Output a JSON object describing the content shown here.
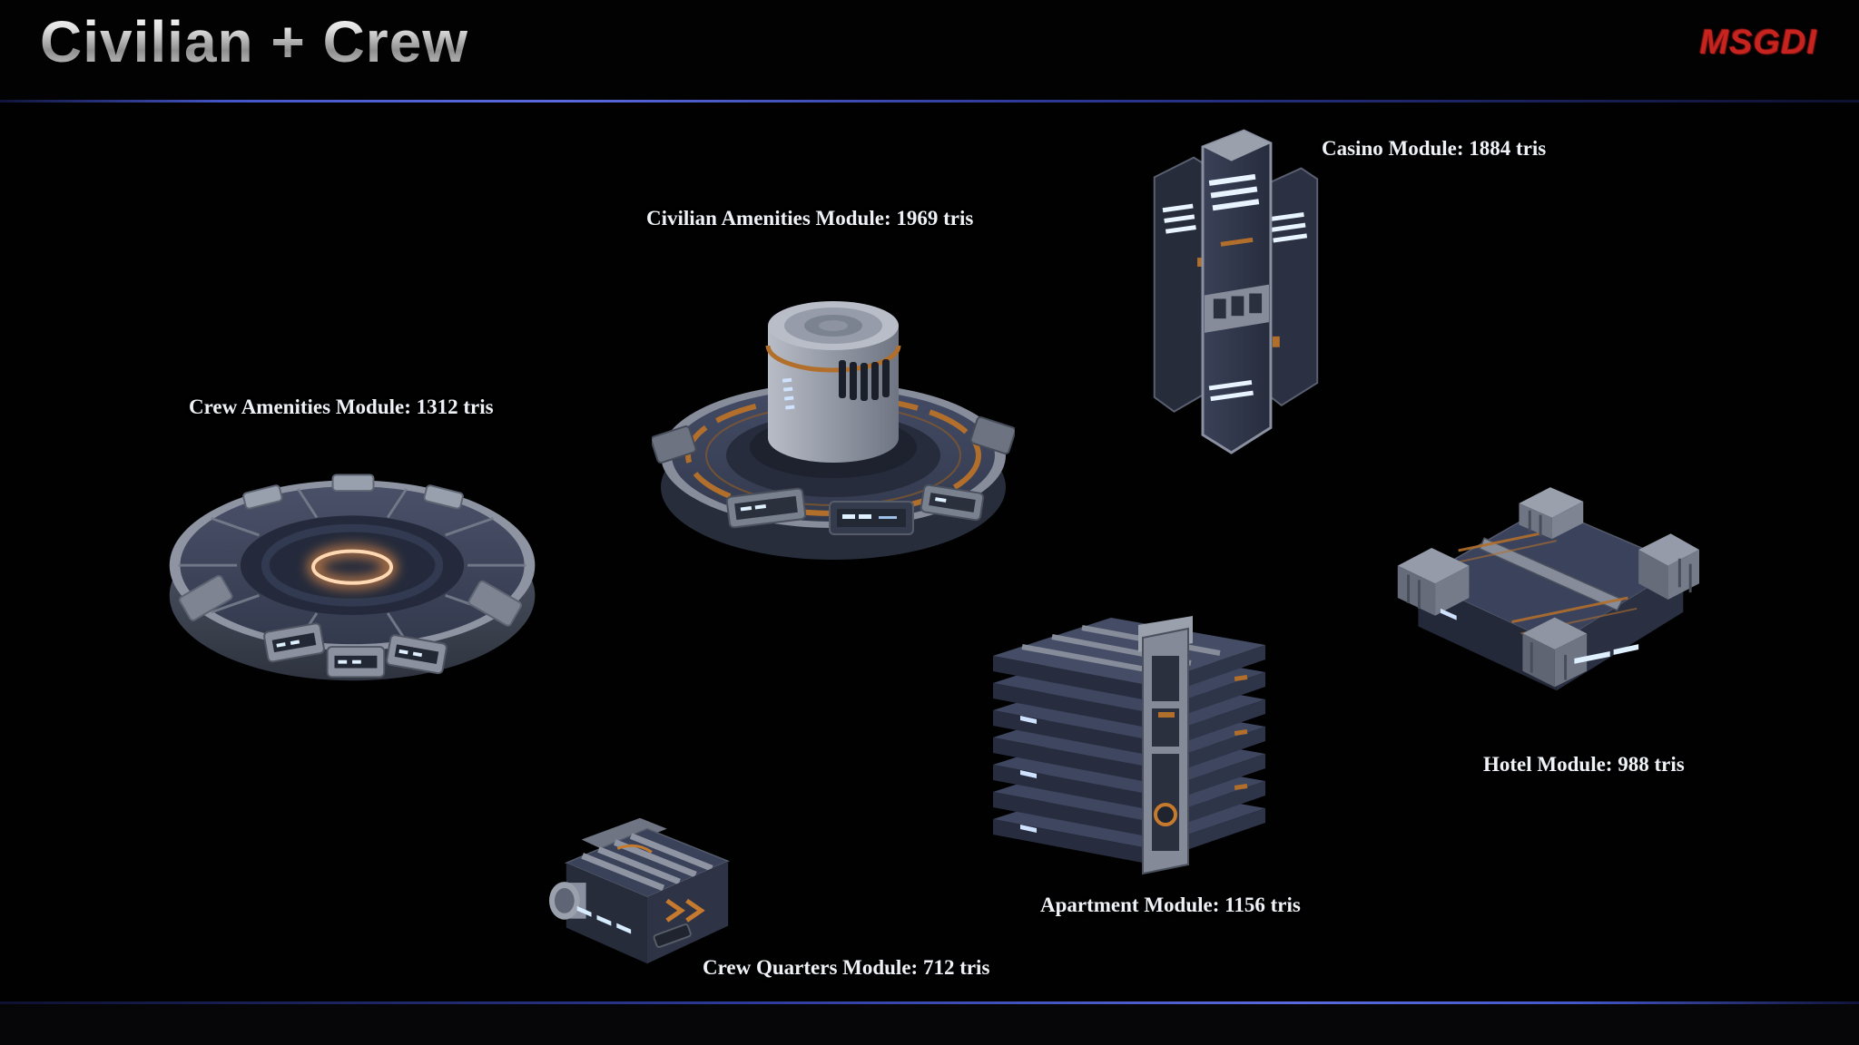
{
  "header": {
    "title": "Civilian + Crew",
    "logo": "MSGDI"
  },
  "modules": [
    {
      "id": "crew-amenities",
      "name": "Crew Amenities Module",
      "tris": 1312,
      "label": "Crew Amenities Module: 1312 tris"
    },
    {
      "id": "civilian-amenities",
      "name": "Civilian Amenities Module",
      "tris": 1969,
      "label": "Civilian Amenities Module: 1969 tris"
    },
    {
      "id": "casino",
      "name": "Casino Module",
      "tris": 1884,
      "label": "Casino Module: 1884 tris"
    },
    {
      "id": "hotel",
      "name": "Hotel Module",
      "tris": 988,
      "label": "Hotel Module: 988 tris"
    },
    {
      "id": "apartment",
      "name": "Apartment Module",
      "tris": 1156,
      "label": "Apartment Module: 1156 tris"
    },
    {
      "id": "crew-quarters",
      "name": "Crew Quarters Module",
      "tris": 712,
      "label": "Crew Quarters Module: 712 tris"
    }
  ],
  "colors": {
    "background": "#000000",
    "divider_blue": "#4a5ad0",
    "logo_red": "#c8241f",
    "label_text": "#eef1f6",
    "hull_navy": "#333a4e",
    "hull_metal": "#9aa0ac",
    "accent_orange": "#b26f2c",
    "light_glow": "#dff0ff"
  }
}
